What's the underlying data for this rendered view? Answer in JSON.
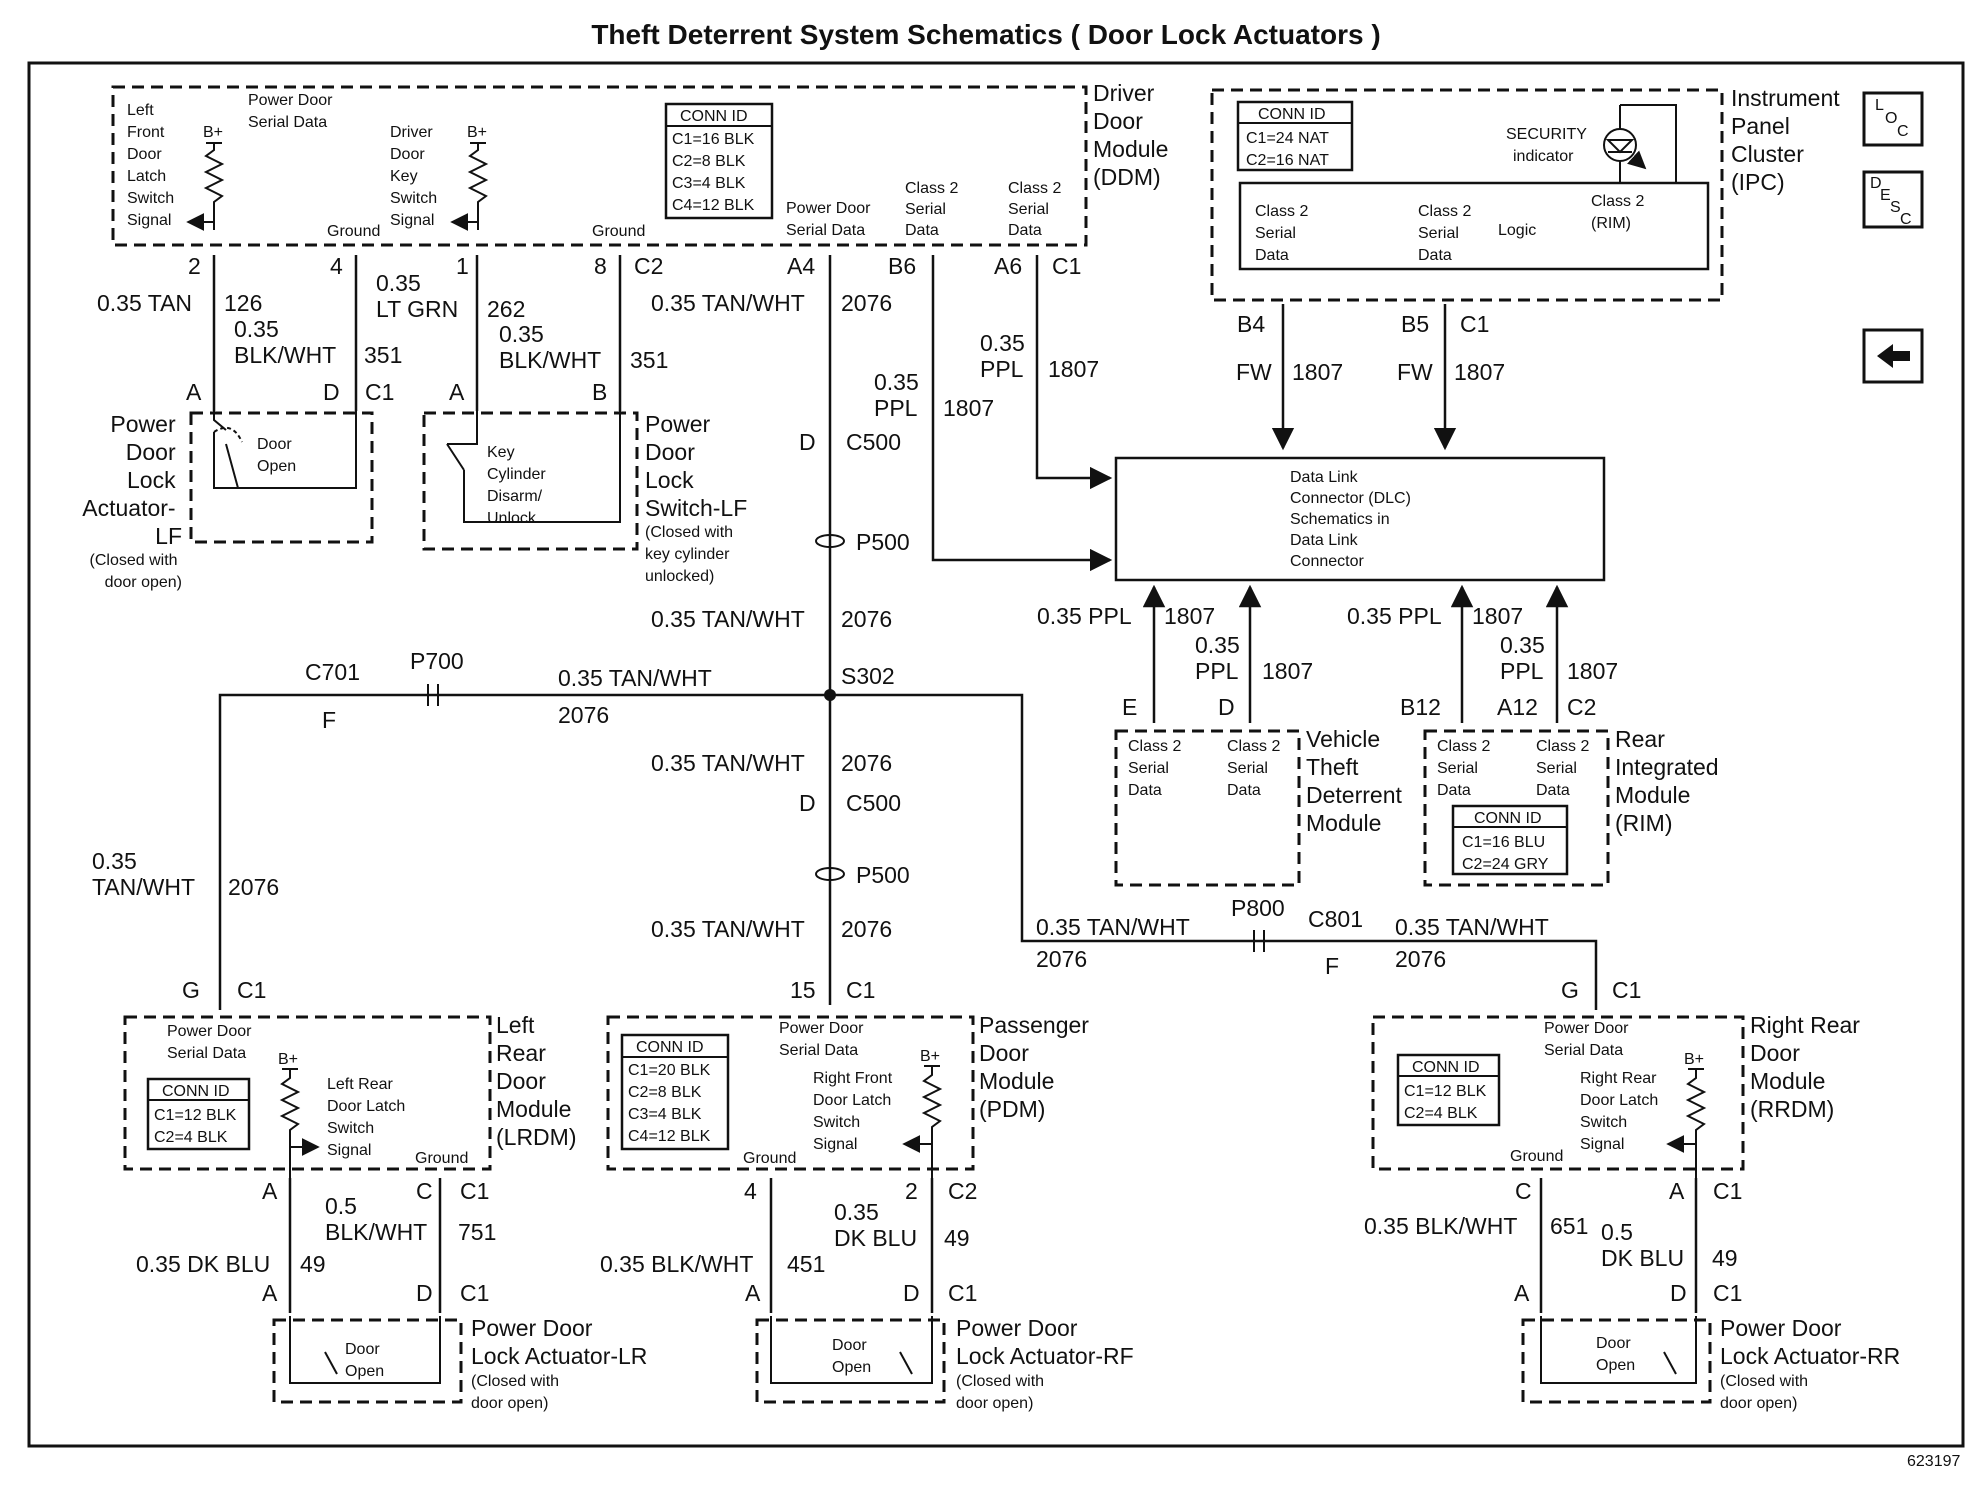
{
  "title": "Theft Deterrent System Schematics ( Door Lock Actuators )",
  "figure_id": "623197",
  "nav": {
    "loc_label": "LOC",
    "desc_label": "DESC",
    "back_icon": "left-arrow-icon"
  },
  "ddm": {
    "name": [
      "Driver",
      "Door",
      "Module",
      "(DDM)"
    ],
    "conn_id": [
      "CONN ID",
      "C1=16 BLK",
      "C2=8 BLK",
      "C3=4 BLK",
      "C4=12 BLK"
    ],
    "lf_latch_signal": [
      "Left",
      "Front",
      "Door",
      "Latch",
      "Switch",
      "Signal"
    ],
    "power_door_serial_data": [
      "Power Door",
      "Serial Data"
    ],
    "key_switch_signal": [
      "Driver",
      "Door",
      "Key",
      "Switch",
      "Signal"
    ],
    "b_plus": "B+",
    "ground": "Ground",
    "class2": [
      "Class 2",
      "Serial",
      "Data"
    ]
  },
  "ipc": {
    "name": [
      "Instrument",
      "Panel",
      "Cluster",
      "(IPC)"
    ],
    "conn_id": [
      "CONN ID",
      "C1=24 NAT",
      "C2=16 NAT"
    ],
    "security": [
      "SECURITY",
      "indicator"
    ],
    "logic": "Logic",
    "class2": [
      "Class 2",
      "Serial",
      "Data"
    ],
    "class2_rim": [
      "Class 2",
      "(RIM)"
    ]
  },
  "dlc": [
    "Data Link",
    "Connector (DLC)",
    "Schematics in",
    "Data Link",
    "Connector"
  ],
  "vtd": {
    "name": [
      "Vehicle",
      "Theft",
      "Deterrent",
      "Module"
    ],
    "class2": [
      "Class 2",
      "Serial",
      "Data"
    ]
  },
  "rim": {
    "name": [
      "Rear",
      "Integrated",
      "Module",
      "(RIM)"
    ],
    "class2": [
      "Class 2",
      "Serial",
      "Data"
    ],
    "conn_id": [
      "CONN ID",
      "C1=16 BLU",
      "C2=24 GRY"
    ]
  },
  "lf_actuator": {
    "name": [
      "Power",
      "Door",
      "Lock",
      "Actuator-",
      "LF"
    ],
    "note": [
      "(Closed with",
      "door open)"
    ],
    "switch": [
      "Door",
      "Open"
    ]
  },
  "lf_switch": {
    "name": [
      "Power",
      "Door",
      "Lock",
      "Switch-LF"
    ],
    "note": [
      "(Closed with",
      "key cylinder",
      "unlocked)"
    ],
    "switch": [
      "Key",
      "Cylinder",
      "Disarm/",
      "Unlock"
    ]
  },
  "lrdm": {
    "name": [
      "Left",
      "Rear",
      "Door",
      "Module",
      "(LRDM)"
    ],
    "data": [
      "Power Door",
      "Serial Data"
    ],
    "signal": [
      "Left Rear",
      "Door Latch",
      "Switch",
      "Signal"
    ],
    "conn_id": [
      "CONN ID",
      "C1=12 BLK",
      "C2=4 BLK"
    ],
    "b_plus": "B+",
    "ground": "Ground"
  },
  "pdm": {
    "name": [
      "Passenger",
      "Door",
      "Module",
      "(PDM)"
    ],
    "data": [
      "Power Door",
      "Serial Data"
    ],
    "signal": [
      "Right Front",
      "Door Latch",
      "Switch",
      "Signal"
    ],
    "conn_id": [
      "CONN ID",
      "C1=20 BLK",
      "C2=8 BLK",
      "C3=4 BLK",
      "C4=12 BLK"
    ],
    "b_plus": "B+",
    "ground": "Ground"
  },
  "rrdm": {
    "name": [
      "Right Rear",
      "Door",
      "Module",
      "(RRDM)"
    ],
    "data": [
      "Power Door",
      "Serial Data"
    ],
    "signal": [
      "Right Rear",
      "Door Latch",
      "Switch",
      "Signal"
    ],
    "conn_id": [
      "CONN ID",
      "C1=12 BLK",
      "C2=4 BLK"
    ],
    "b_plus": "B+",
    "ground": "Ground"
  },
  "lr_actuator": {
    "name": [
      "Power Door",
      "Lock Actuator-LR"
    ],
    "note": [
      "(Closed with",
      "door open)"
    ],
    "switch": [
      "Door",
      "Open"
    ]
  },
  "rf_actuator": {
    "name": [
      "Power Door",
      "Lock Actuator-RF"
    ],
    "note": [
      "(Closed with",
      "door open)"
    ],
    "switch": [
      "Door",
      "Open"
    ]
  },
  "rr_actuator": {
    "name": [
      "Power Door",
      "Lock Actuator-RR"
    ],
    "note": [
      "(Closed with",
      "door open)"
    ],
    "switch": [
      "Door",
      "Open"
    ]
  },
  "wires": {
    "tan": "0.35 TAN",
    "tan_no": "126",
    "blkwht": "0.35",
    "blkwht2": "BLK/WHT",
    "blkwht_no": "351",
    "ltgrn": "0.35",
    "ltgrn2": "LT GRN",
    "ltgrn_no": "262",
    "tanwht": "0.35 TAN/WHT",
    "tanwht_no": "2076",
    "ppl": "0.35",
    "ppl2": "PPL",
    "ppl_no": "1807",
    "ppl_inline": "0.35 PPL",
    "fw": "FW",
    "fw_no": "1807",
    "tanwht_a": "0.35",
    "tanwht_b": "TAN/WHT",
    "dkblu_inline": "0.35 DK BLU",
    "dkblu_no": "49",
    "blkwht05": "0.5",
    "lr_gnd_no": "751",
    "rf_blkwht": "0.35 BLK/WHT",
    "rf_gnd_no": "451",
    "rf_dkblu": "0.35",
    "rf_dkblu2": "DK BLU",
    "rr_blkwht": "0.35 BLK/WHT",
    "rr_gnd_no": "651",
    "rr_dkblu": "0.5",
    "rr_dkblu2": "DK BLU"
  },
  "pins": {
    "p2": "2",
    "p4": "4",
    "p1": "1",
    "p8": "8",
    "c2": "C2",
    "a4": "A4",
    "b6": "B6",
    "a6": "A6",
    "c1": "C1",
    "a": "A",
    "d": "D",
    "b": "B",
    "c": "C",
    "e": "E",
    "f": "F",
    "g": "G",
    "p15": "15",
    "b4": "B4",
    "b5": "B5",
    "b12": "B12",
    "a12": "A12",
    "c500": "C500",
    "p500": "P500",
    "s302": "S302",
    "c701": "C701",
    "p700": "P700",
    "p800": "P800",
    "c801": "C801"
  }
}
